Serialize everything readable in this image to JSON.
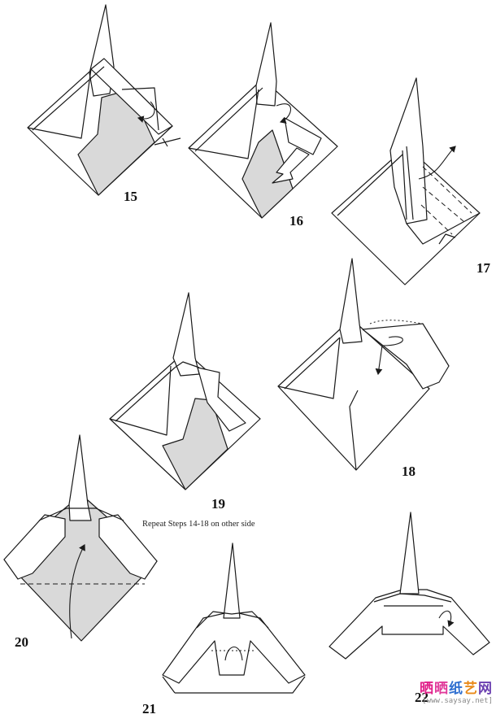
{
  "steps": {
    "s15": "15",
    "s16": "16",
    "s17": "17",
    "s18": "18",
    "s19": "19",
    "s20": "20",
    "s21": "21",
    "s22": "22"
  },
  "caption": "Repeat Steps 14-18 on other side",
  "watermark": {
    "c1": "晒",
    "c2": "晒",
    "c3": "纸",
    "c4": "艺",
    "c5": "网",
    "url": "[www.saysay.net]",
    "colors": [
      "#e0208a",
      "#e03a9a",
      "#2f6fd0",
      "#e98a1a",
      "#6a3fb0"
    ]
  }
}
